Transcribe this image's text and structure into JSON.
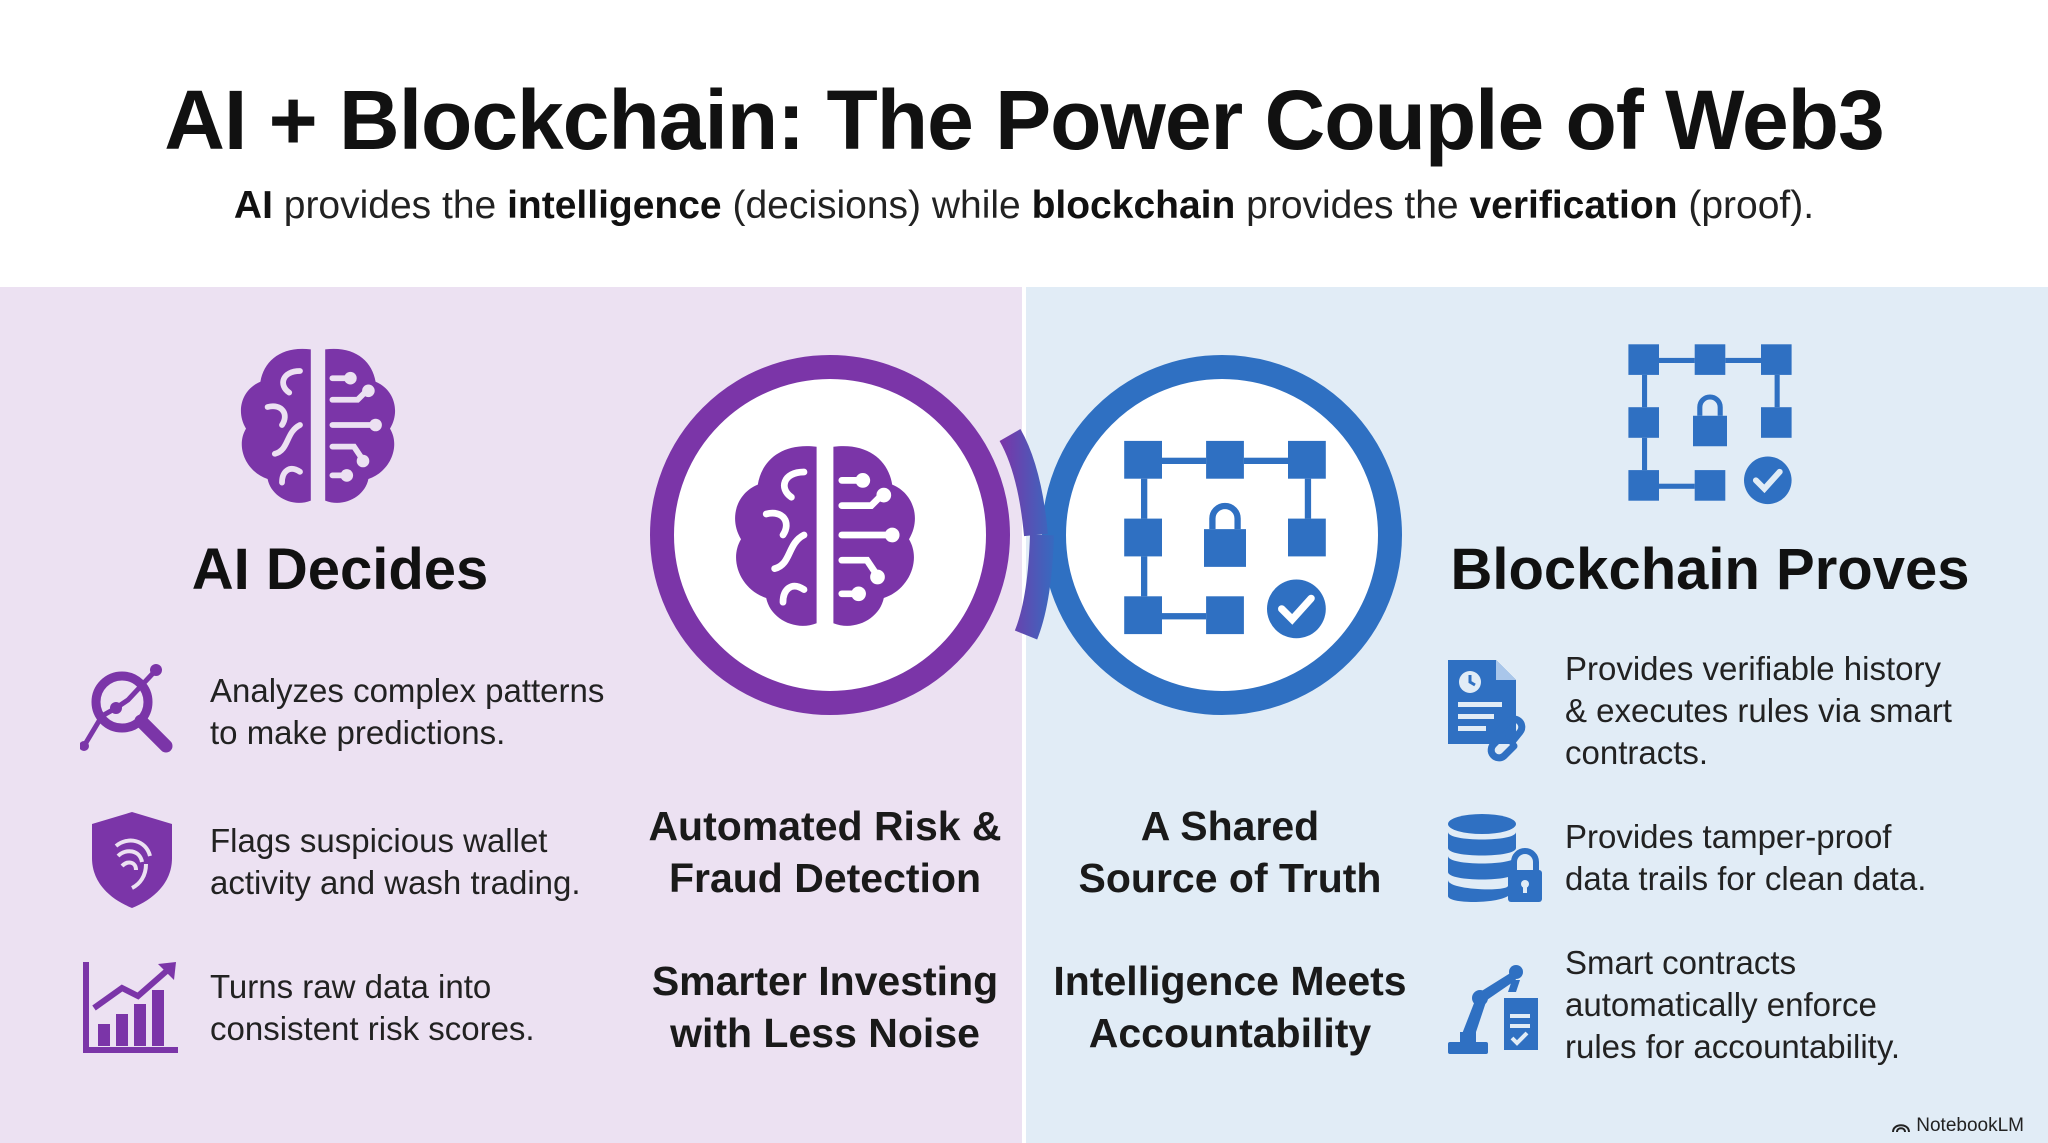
{
  "header": {
    "title": "AI + Blockchain: The Power Couple of Web3",
    "subtitle": {
      "part1": "AI",
      "part2": " provides the ",
      "part3": "intelligence",
      "part4": " (decisions) while ",
      "part5": "blockchain",
      "part6": " provides the ",
      "part7": "verification",
      "part8": " (proof)."
    }
  },
  "left": {
    "title": "AI Decides",
    "accent": "#7b3fa6",
    "items": [
      {
        "icon": "magnifier-analytics-icon",
        "text1": "Analyzes complex patterns",
        "text2": "to make predictions."
      },
      {
        "icon": "shield-icon",
        "text1": "Flags suspicious wallet",
        "text2": "activity and wash trading."
      },
      {
        "icon": "bar-chart-growth-icon",
        "text1": "Turns raw data into",
        "text2": "consistent risk scores."
      }
    ]
  },
  "right": {
    "title": "Blockchain Proves",
    "accent": "#2f6fc0",
    "items": [
      {
        "icon": "document-link-icon",
        "text1": "Provides verifiable history",
        "text2": "& executes rules via smart",
        "text3": "contracts."
      },
      {
        "icon": "database-lock-icon",
        "text1": "Provides tamper-proof",
        "text2": "data trails for clean data."
      },
      {
        "icon": "robot-arm-icon",
        "text1": "Smart contracts",
        "text2": "automatically enforce",
        "text3": "rules for accountability."
      }
    ]
  },
  "center": {
    "benefits": [
      {
        "line1": "Automated Risk &",
        "line2": "Fraud Detection"
      },
      {
        "line1": "A Shared",
        "line2": "Source of Truth"
      },
      {
        "line1": "Smarter Investing",
        "line2": "with Less Noise"
      },
      {
        "line1": "Intelligence Meets",
        "line2": "Accountability"
      }
    ]
  },
  "footer": {
    "brand": "NotebookLM"
  }
}
